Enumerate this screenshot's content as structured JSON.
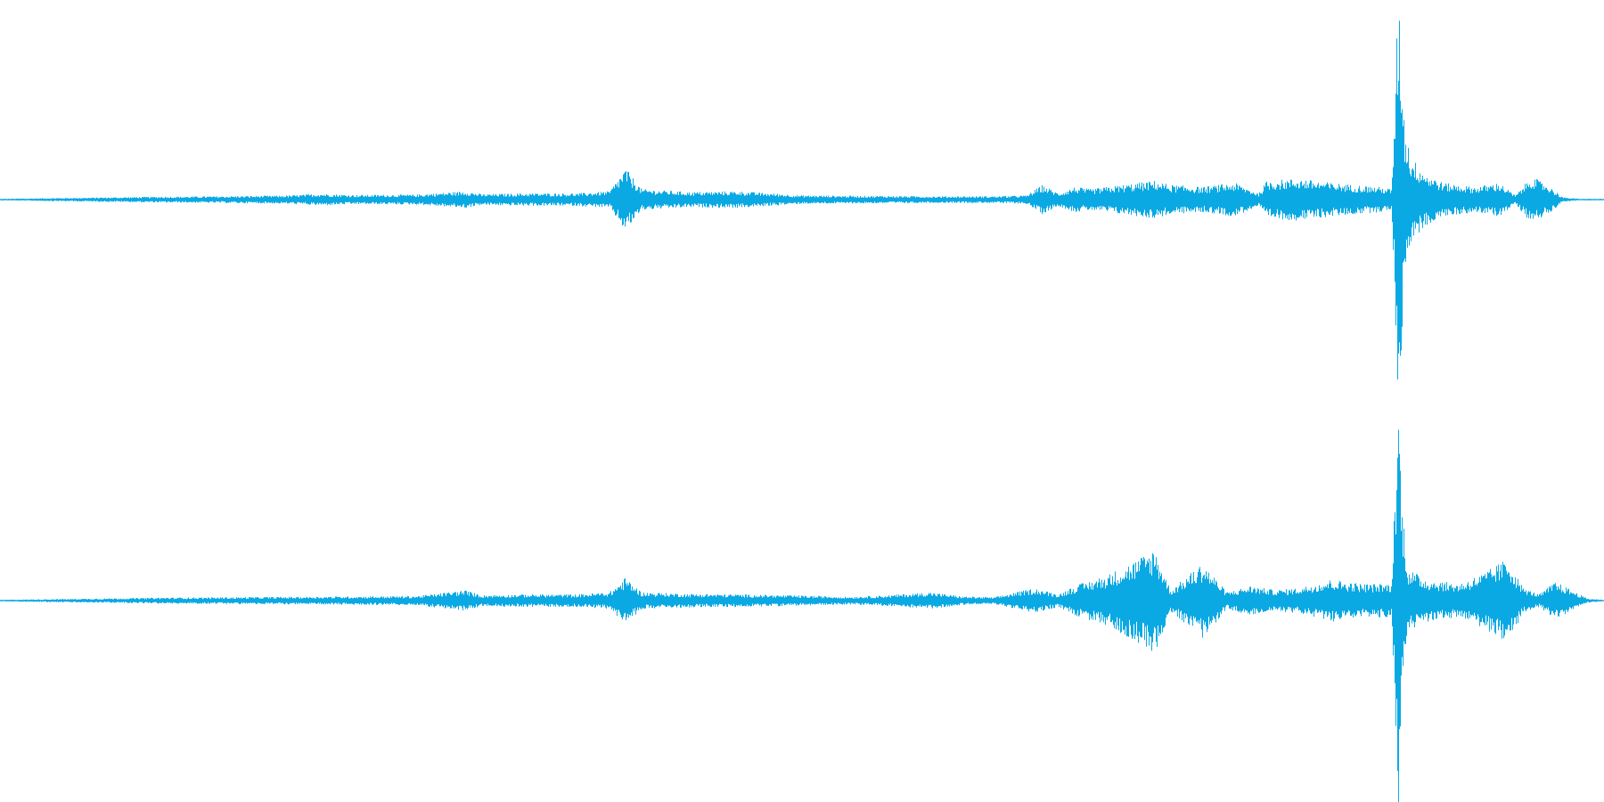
{
  "waveform": {
    "color": "#0aa9e4",
    "background": "#ffffff",
    "channels": [
      {
        "name": "channel-1",
        "amplitude_envelope": [
          [
            0.0,
            0.004
          ],
          [
            0.02,
            0.006
          ],
          [
            0.06,
            0.01
          ],
          [
            0.1,
            0.014
          ],
          [
            0.14,
            0.016
          ],
          [
            0.18,
            0.02
          ],
          [
            0.2,
            0.028
          ],
          [
            0.22,
            0.022
          ],
          [
            0.26,
            0.024
          ],
          [
            0.29,
            0.04
          ],
          [
            0.3,
            0.026
          ],
          [
            0.33,
            0.03
          ],
          [
            0.36,
            0.03
          ],
          [
            0.38,
            0.04
          ],
          [
            0.39,
            0.15
          ],
          [
            0.4,
            0.05
          ],
          [
            0.43,
            0.036
          ],
          [
            0.46,
            0.04
          ],
          [
            0.48,
            0.03
          ],
          [
            0.5,
            0.02
          ],
          [
            0.54,
            0.018
          ],
          [
            0.58,
            0.016
          ],
          [
            0.62,
            0.016
          ],
          [
            0.64,
            0.02
          ],
          [
            0.65,
            0.07
          ],
          [
            0.66,
            0.03
          ],
          [
            0.67,
            0.06
          ],
          [
            0.68,
            0.05
          ],
          [
            0.7,
            0.07
          ],
          [
            0.72,
            0.09
          ],
          [
            0.73,
            0.07
          ],
          [
            0.75,
            0.06
          ],
          [
            0.77,
            0.08
          ],
          [
            0.785,
            0.03
          ],
          [
            0.79,
            0.09
          ],
          [
            0.81,
            0.1
          ],
          [
            0.83,
            0.08
          ],
          [
            0.86,
            0.06
          ],
          [
            0.868,
            0.05
          ],
          [
            0.872,
            1.0
          ],
          [
            0.874,
            0.7
          ],
          [
            0.876,
            0.35
          ],
          [
            0.88,
            0.2
          ],
          [
            0.89,
            0.12
          ],
          [
            0.9,
            0.08
          ],
          [
            0.92,
            0.06
          ],
          [
            0.935,
            0.08
          ],
          [
            0.945,
            0.02
          ],
          [
            0.955,
            0.11
          ],
          [
            0.965,
            0.07
          ],
          [
            0.975,
            0.01
          ],
          [
            0.985,
            0.004
          ],
          [
            1.0,
            0.004
          ]
        ]
      },
      {
        "name": "channel-2",
        "amplitude_envelope": [
          [
            0.0,
            0.004
          ],
          [
            0.02,
            0.006
          ],
          [
            0.06,
            0.01
          ],
          [
            0.1,
            0.014
          ],
          [
            0.14,
            0.016
          ],
          [
            0.18,
            0.018
          ],
          [
            0.22,
            0.02
          ],
          [
            0.26,
            0.022
          ],
          [
            0.29,
            0.05
          ],
          [
            0.3,
            0.026
          ],
          [
            0.33,
            0.03
          ],
          [
            0.36,
            0.03
          ],
          [
            0.38,
            0.04
          ],
          [
            0.39,
            0.11
          ],
          [
            0.4,
            0.04
          ],
          [
            0.43,
            0.032
          ],
          [
            0.46,
            0.03
          ],
          [
            0.5,
            0.024
          ],
          [
            0.53,
            0.018
          ],
          [
            0.555,
            0.026
          ],
          [
            0.58,
            0.04
          ],
          [
            0.6,
            0.02
          ],
          [
            0.62,
            0.016
          ],
          [
            0.645,
            0.06
          ],
          [
            0.66,
            0.03
          ],
          [
            0.67,
            0.07
          ],
          [
            0.69,
            0.12
          ],
          [
            0.71,
            0.2
          ],
          [
            0.72,
            0.25
          ],
          [
            0.73,
            0.05
          ],
          [
            0.75,
            0.18
          ],
          [
            0.765,
            0.04
          ],
          [
            0.78,
            0.07
          ],
          [
            0.795,
            0.05
          ],
          [
            0.81,
            0.06
          ],
          [
            0.83,
            0.1
          ],
          [
            0.85,
            0.08
          ],
          [
            0.868,
            0.08
          ],
          [
            0.872,
            1.0
          ],
          [
            0.874,
            0.5
          ],
          [
            0.878,
            0.15
          ],
          [
            0.89,
            0.1
          ],
          [
            0.91,
            0.08
          ],
          [
            0.925,
            0.13
          ],
          [
            0.94,
            0.2
          ],
          [
            0.95,
            0.06
          ],
          [
            0.96,
            0.03
          ],
          [
            0.97,
            0.09
          ],
          [
            0.98,
            0.05
          ],
          [
            0.99,
            0.01
          ],
          [
            1.0,
            0.004
          ]
        ]
      }
    ]
  }
}
